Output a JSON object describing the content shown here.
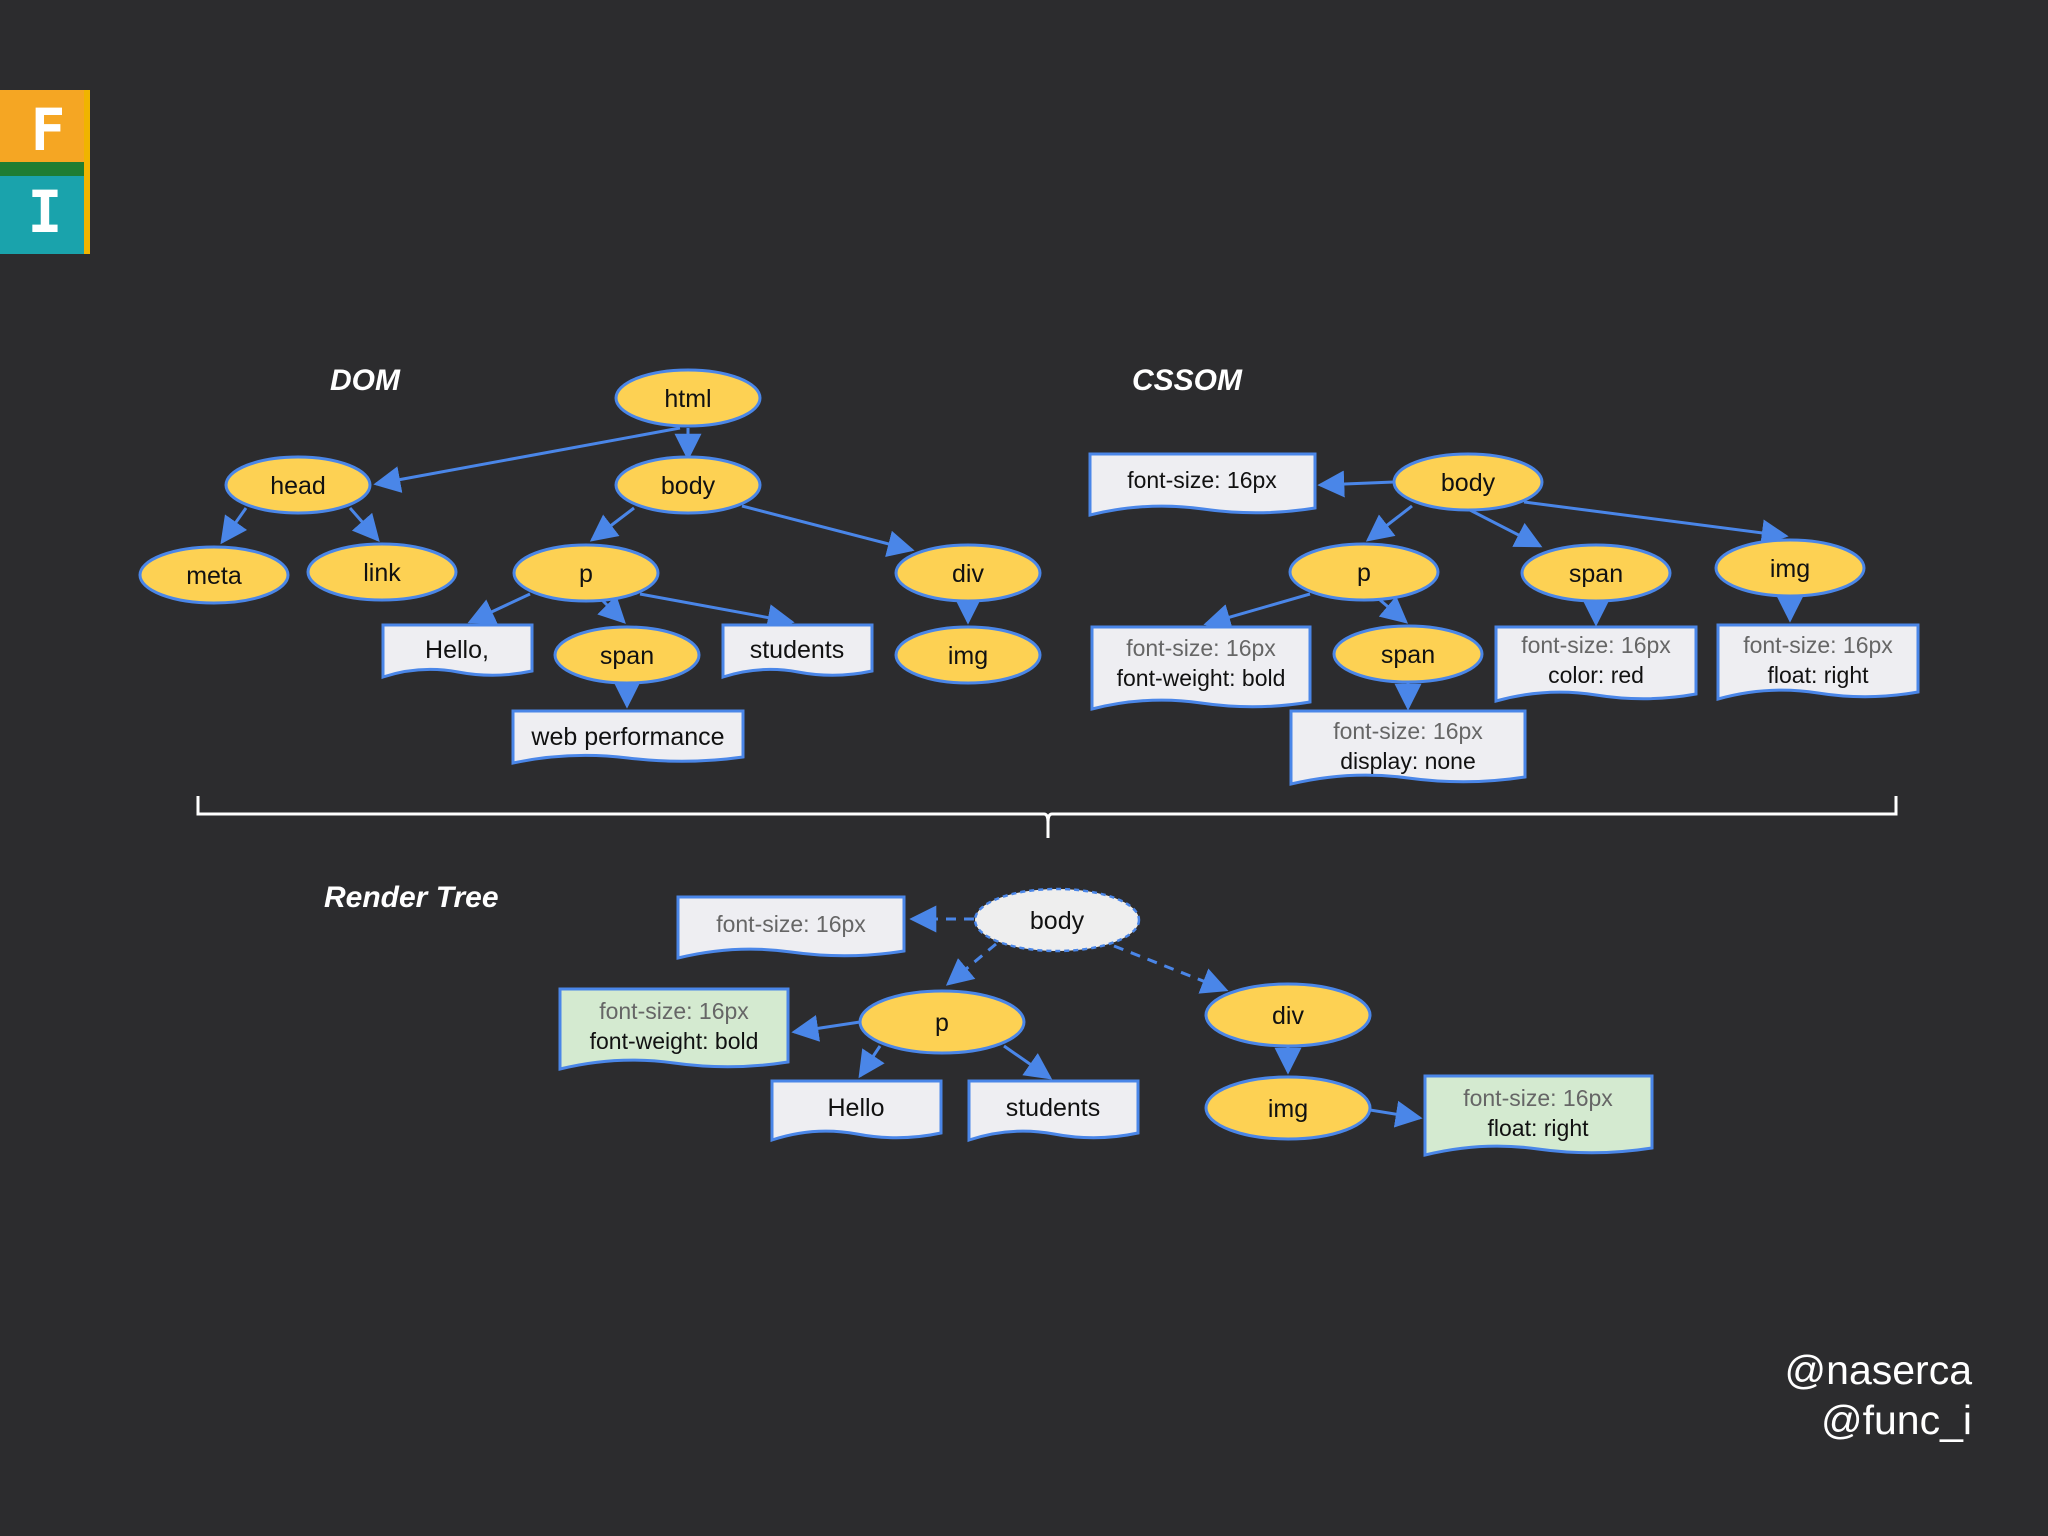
{
  "logo": {
    "letters": [
      "F",
      "I"
    ],
    "colors": {
      "top": "#f5a623",
      "stripe": "#1e7d32",
      "bottom": "#1aa3ac",
      "edge": "#f0b400"
    }
  },
  "colors": {
    "background": "#2c2c2e",
    "node_fill": "#fdd153",
    "node_stroke": "#4a86e8",
    "box_fill": "#eeeef2",
    "green_box_fill": "#d4ead0",
    "dashed_node_fill": "#eeeeee",
    "edge": "#4a86e8",
    "brace": "#ffffff"
  },
  "dom": {
    "title": "DOM",
    "nodes": {
      "html": "html",
      "head": "head",
      "body": "body",
      "meta": "meta",
      "link": "link",
      "p": "p",
      "div": "div",
      "span": "span",
      "img": "img"
    },
    "text_nodes": {
      "hello": "Hello,",
      "students": "students",
      "web_performance": "web performance"
    }
  },
  "cssom": {
    "title": "CSSOM",
    "nodes": {
      "body": "body",
      "p": "p",
      "span_inner": "span",
      "span": "span",
      "img": "img"
    },
    "styles": {
      "body": [
        "font-size: 16px"
      ],
      "p": [
        "font-size: 16px",
        "font-weight: bold"
      ],
      "span_inner": [
        "font-size: 16px",
        "display: none"
      ],
      "span": [
        "font-size: 16px",
        "color: red"
      ],
      "img": [
        "font-size: 16px",
        "float: right"
      ]
    }
  },
  "render_tree": {
    "title": "Render Tree",
    "nodes": {
      "body": "body",
      "p": "p",
      "div": "div",
      "img": "img"
    },
    "text_nodes": {
      "hello": "Hello",
      "students": "students"
    },
    "styles": {
      "body": [
        "font-size: 16px"
      ],
      "p": [
        "font-size: 16px",
        "font-weight: bold"
      ],
      "img": [
        "font-size: 16px",
        "float: right"
      ]
    }
  },
  "handles": [
    "@naserca",
    "@func_i"
  ]
}
